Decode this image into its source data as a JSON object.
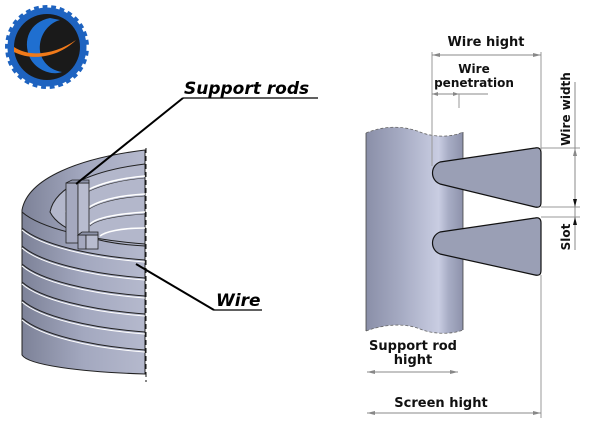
{
  "logo": {
    "name": "company-logo"
  },
  "left_view": {
    "labels": {
      "support_rods": "Support rods",
      "wire": "Wire"
    }
  },
  "right_view": {
    "dimensions": {
      "wire_height": "Wire hight",
      "wire_penetration_line1": "Wire",
      "wire_penetration_line2": "penetration",
      "wire_width": "Wire width",
      "slot": "Slot",
      "support_rod_height_line1": "Support rod",
      "support_rod_height_line2": "hight",
      "screen_height": "Screen hight"
    }
  },
  "colors": {
    "metal": "#9a9fb8",
    "metal_light": "#c8cce0",
    "metal_dark": "#6e7390",
    "logo_blue": "#1a5fb4",
    "logo_orange": "#f07a1a"
  }
}
